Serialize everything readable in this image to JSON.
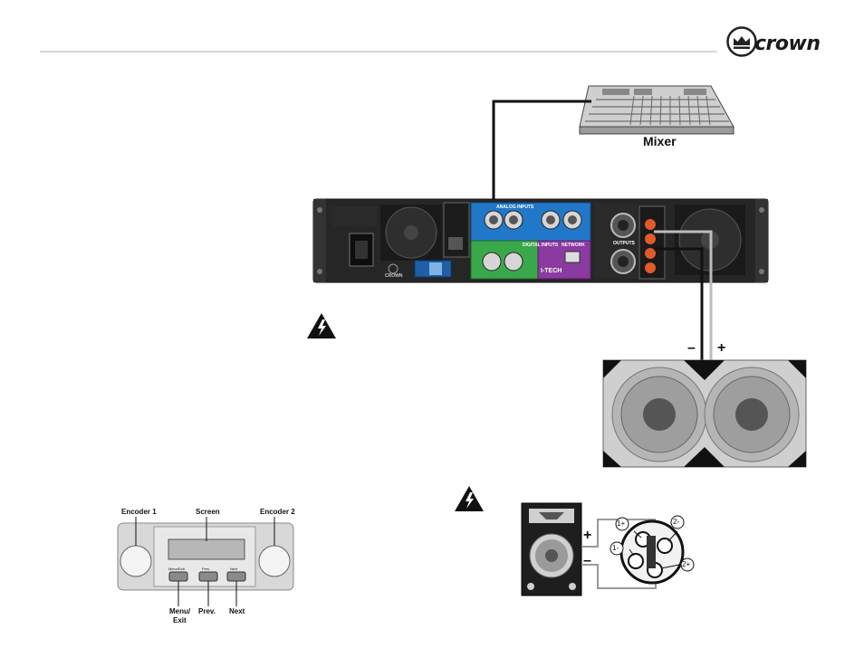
{
  "header": {
    "brand": "crown"
  },
  "mixer": {
    "label": "Mixer"
  },
  "amplifier": {
    "analog_inputs_label": "ANALOG INPUTS",
    "digital_inputs_label": "DIGITAL INPUTS",
    "network_label": "NETWORK",
    "outputs_label": "OUTPUTS",
    "itech_label": "I-TECH",
    "brand": "CROWN"
  },
  "subwoofer_wiring": {
    "minus": "–",
    "plus": "+"
  },
  "speakon_diagram": {
    "plus": "+",
    "minus": "–",
    "pins": [
      "1+",
      "2-",
      "1-",
      "2+"
    ]
  },
  "front_panel": {
    "encoder1": "Encoder 1",
    "screen": "Screen",
    "encoder2": "Encoder 2",
    "btn_menu_small": "Menu/Exit",
    "btn_prev_small": "Prev.",
    "btn_next_small": "Next",
    "callout_menu_line1": "Menu/",
    "callout_menu_line2": "Exit",
    "callout_prev": "Prev.",
    "callout_next": "Next"
  },
  "icons": [
    "crown-logo-icon",
    "warning-high-voltage-icon"
  ]
}
